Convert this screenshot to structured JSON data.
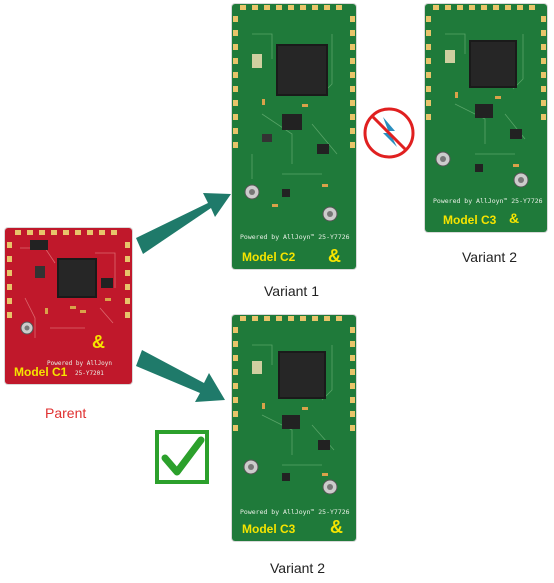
{
  "boards": {
    "parent": {
      "model": "Model C1",
      "amp": "&",
      "silk_line1": "Powered by AllJoyn",
      "silk_line2": "25-Y7201",
      "color": "#c0182b"
    },
    "v1": {
      "model": "Model C2",
      "amp": "&",
      "silk": "Powered by AllJoyn™ 25-Y7726",
      "color": "#1f7a3a"
    },
    "v2_top": {
      "model": "Model C3",
      "amp": "&",
      "silk": "Powered by AllJoyn™ 25-Y7726",
      "color": "#1f7a3a"
    },
    "v2_bottom": {
      "model": "Model C3",
      "amp": "&",
      "silk": "Powered by AllJoyn™ 25-Y7726",
      "color": "#1f7a3a"
    }
  },
  "captions": {
    "parent": "Parent",
    "variant1": "Variant 1",
    "variant2_top": "Variant 2",
    "variant2_bottom": "Variant 2"
  },
  "icons": {
    "rejected": "crossed-out-symbol-icon",
    "accepted": "check-mark-icon"
  },
  "colors": {
    "arrow": "#1f7a6a",
    "reject_ring": "#e02020",
    "reject_symbol": "#2a8fbf",
    "check": "#2ca02c",
    "parent_caption": "#e03030"
  }
}
